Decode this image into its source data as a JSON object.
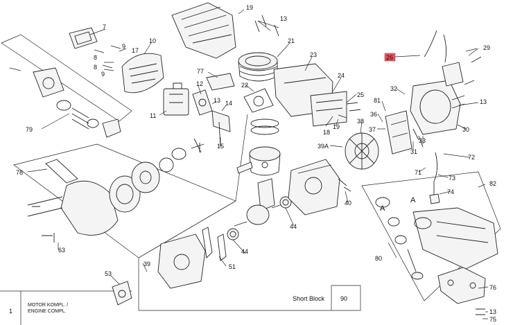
{
  "highlight_color": "#e8545a",
  "title_box": {
    "number": "1",
    "line1": "MOTOR KOMPL. /",
    "line2": "ENGINE COMPL."
  },
  "short_block": {
    "label": "Short Block",
    "number": "90"
  },
  "labels": {
    "l19a": "19",
    "l13a": "13",
    "l7": "7",
    "l10": "10",
    "l9a": "9",
    "l17": "17",
    "l8a": "8",
    "l8b": "8",
    "l9b": "9",
    "l21": "21",
    "l23": "23",
    "l26": "26",
    "l29": "29",
    "l77": "77",
    "l22": "22",
    "l24": "24",
    "l79": "79",
    "l12": "12",
    "l13b": "13",
    "l14": "14",
    "l11": "11",
    "l15": "15",
    "l25": "25",
    "l32": "32",
    "l81": "81",
    "l13c": "13",
    "l36": "36",
    "l38": "38",
    "l37": "37",
    "l19b": "19",
    "l18": "18",
    "l30": "30",
    "l33": "33",
    "l31": "31",
    "l39a": "39A",
    "l72": "72",
    "l71": "71",
    "l73": "73",
    "l78": "78",
    "l74": "74",
    "l82": "82",
    "lA1": "A",
    "lA2": "A",
    "l40": "40",
    "l44a": "44",
    "l44b": "44",
    "l80": "80",
    "l63": "63",
    "l39b": "39",
    "l51": "51",
    "l53": "53",
    "l76": "76",
    "l13d": "13",
    "l75": "75"
  }
}
